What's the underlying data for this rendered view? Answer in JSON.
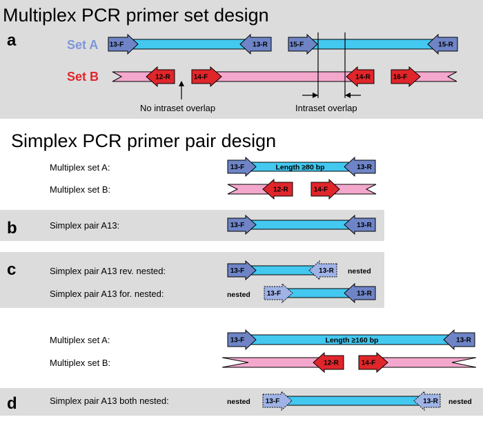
{
  "colors": {
    "panel_bg": "#dcdcdc",
    "amplicon_cyan": "#43c8f0",
    "amplicon_pink": "#f4a7cc",
    "primer_blue": "#6e84c6",
    "primer_red": "#e0262b",
    "primer_nested_blue": "#9fb3e6",
    "set_a_label": "#7d97d8",
    "set_b_label": "#e0262b"
  },
  "title_multiplex": "Multiplex PCR primer set design",
  "title_simplex": "Simplex PCR primer pair design",
  "panel_a": {
    "letter": "a",
    "set_a_label": "Set A",
    "set_b_label": "Set B",
    "primers": {
      "a_13f": "13-F",
      "a_13r": "13-R",
      "a_15f": "15-F",
      "a_15r": "15-R",
      "b_12r": "12-R",
      "b_14f": "14-F",
      "b_14r": "14-R",
      "b_16f": "16-F"
    },
    "no_overlap_label": "No intraset overlap",
    "overlap_label": "Intraset overlap"
  },
  "simplex_top": {
    "multiplex_a_label": "Multiplex set A:",
    "multiplex_b_label": "Multiplex set B:",
    "length_label": "Length ≥80 bp",
    "primers": {
      "a_13f": "13-F",
      "a_13r": "13-R",
      "b_12r": "12-R",
      "b_14f": "14-F"
    }
  },
  "panel_b": {
    "letter": "b",
    "label": "Simplex pair A13:",
    "primers": {
      "f": "13-F",
      "r": "13-R"
    }
  },
  "panel_c": {
    "letter": "c",
    "rev_label": "Simplex pair A13 rev. nested:",
    "for_label": "Simplex pair A13 for. nested:",
    "nested_word": "nested",
    "primers": {
      "rev_f": "13-F",
      "rev_r": "13-R",
      "for_f": "13-F",
      "for_r": "13-R"
    }
  },
  "simplex_bottom": {
    "multiplex_a_label": "Multiplex set A:",
    "multiplex_b_label": "Multiplex set B:",
    "length_label": "Length ≥160 bp",
    "primers": {
      "a_13f": "13-F",
      "a_13r": "13-R",
      "b_12r": "12-R",
      "b_14f": "14-F"
    }
  },
  "panel_d": {
    "letter": "d",
    "label": "Simplex pair A13 both nested:",
    "nested_word": "nested",
    "primers": {
      "f": "13-F",
      "r": "13-R"
    }
  }
}
